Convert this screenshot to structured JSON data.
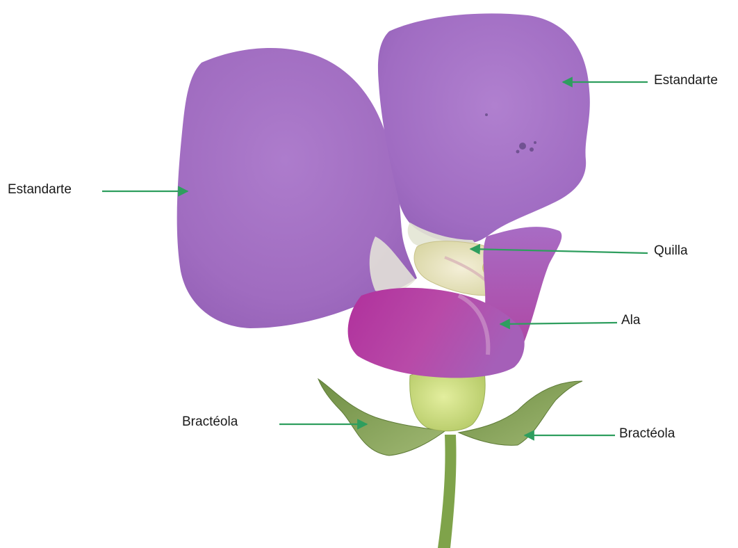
{
  "labels": {
    "estandarte_right": "Estandarte",
    "estandarte_left": "Estandarte",
    "quilla": "Quilla",
    "ala": "Ala",
    "bracteola_left": "Bractéola",
    "bracteola_right": "Bractéola"
  },
  "colors": {
    "arrow": "#2e9e5e",
    "standard_petal": "#a772c4",
    "wing_petal": "#b53aa6",
    "keel": "#e9e3c0",
    "calyx": "#cfe08a",
    "bracteole": "#8da85a",
    "stem": "#7fa34a"
  }
}
